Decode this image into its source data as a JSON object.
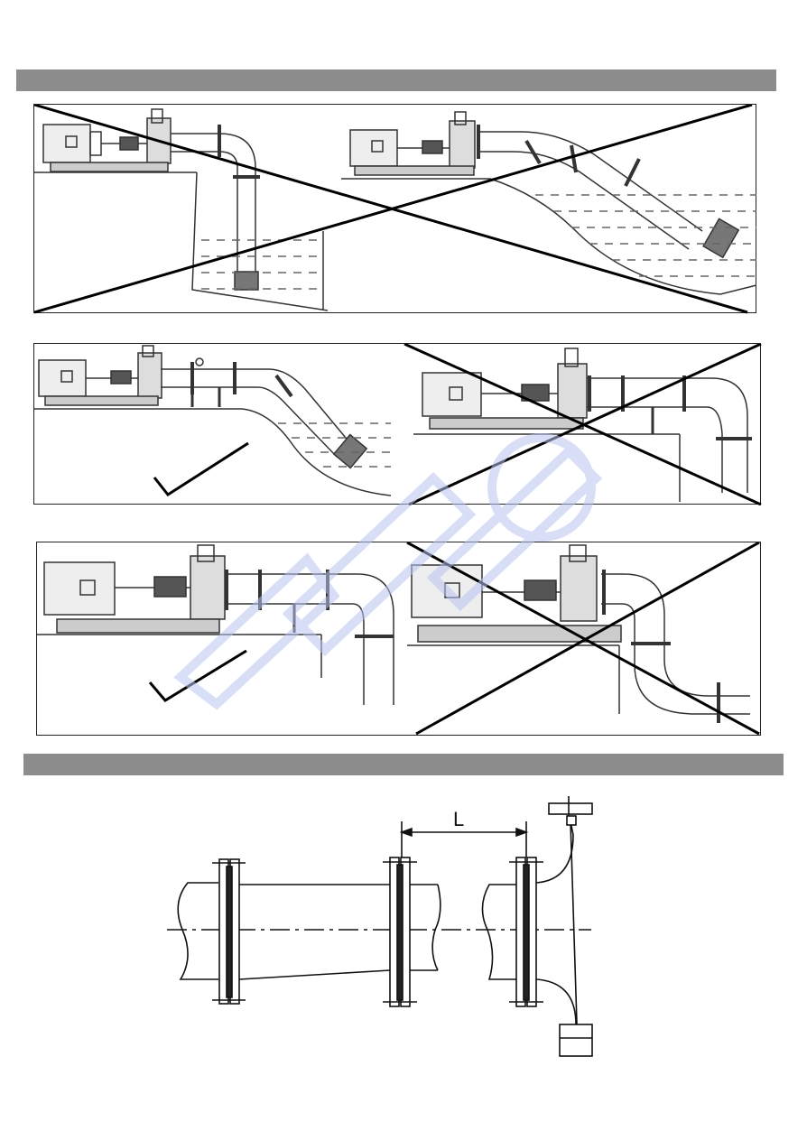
{
  "sections": [
    {
      "title": ""
    },
    {
      "title": ""
    }
  ],
  "installation_examples": [
    {
      "row": 1,
      "left": "incorrect",
      "right": "incorrect"
    },
    {
      "row": 2,
      "left": "correct",
      "right": "incorrect"
    },
    {
      "row": 3,
      "left": "correct",
      "right": "incorrect"
    }
  ],
  "pipe_diagram": {
    "dimension_label": "L"
  },
  "marks": {
    "correct_icon": "check-mark-icon",
    "incorrect_icon": "cross-mark-icon"
  },
  "colors": {
    "section_bar": "#8c8c8c",
    "line": "#111111",
    "water_dash": "#555555",
    "watermark": "#b8c4f0"
  }
}
